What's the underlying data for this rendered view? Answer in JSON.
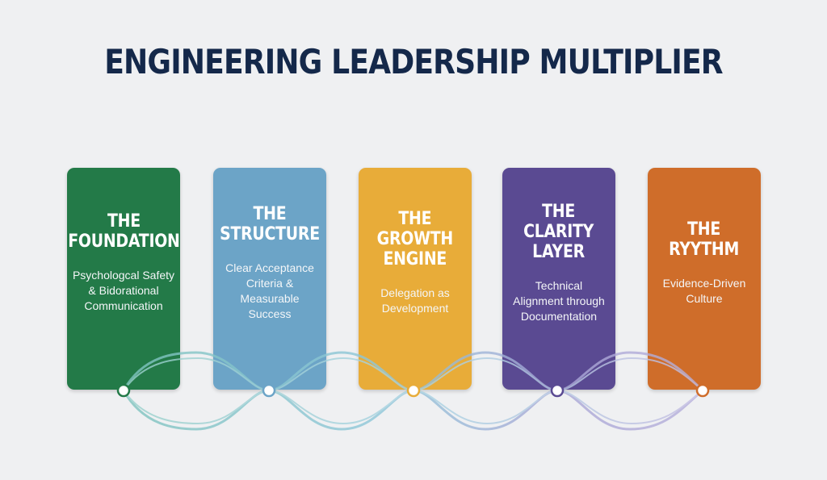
{
  "title": "ENGINEERING LEADERSHIP MULTIPLIER",
  "colors": {
    "background": "#eff0f2",
    "title": "#14284a",
    "foundation": "#237a48",
    "structure": "#6ca4c7",
    "growth": "#e8ac39",
    "clarity": "#5a4a92",
    "rhythm": "#cf6d2a"
  },
  "cards": [
    {
      "title": "THE\nFOUNDATION",
      "description": "Psychologcal Safety\n& Bidorational\nCommunication",
      "color": "#237a48"
    },
    {
      "title": "THE\nSTRUCTURE",
      "description": "Clear Acceptance\nCriteria &\nMeasurable Success",
      "color": "#6ca4c7"
    },
    {
      "title": "THE\nGROWTH\nENGINE",
      "description": "Delegation as\nDevelopment",
      "color": "#e8ac39"
    },
    {
      "title": "THE\nCLARITY\nLAYER",
      "description": "Technical\nAlignment through\nDocumentation",
      "color": "#5a4a92"
    },
    {
      "title": "THE\nRYYTHM",
      "description": "Evidence-Driven\nCulture",
      "color": "#cf6d2a"
    }
  ]
}
